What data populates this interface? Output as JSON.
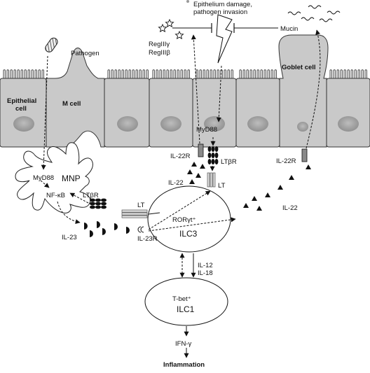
{
  "labels": {
    "pathogen": "Pathogen",
    "epithelium_damage_1": "Epithelium damage,",
    "epithelium_damage_2": "pathogen invasion",
    "mucin": "Mucin",
    "reg3g": "RegIIIγ",
    "reg3b": "RegIIIβ",
    "goblet_cell": "Goblet cell",
    "epithelial_cell_1": "Epithelial",
    "epithelial_cell_2": "cell",
    "m_cell": "M cell",
    "myd88_epi": "MyD88",
    "myd88_mnp": "MyD88",
    "mnp": "MNP",
    "nfkb": "NF-κB",
    "ltbr_mnp": "LTβR",
    "ltbr_epi": "LTβR",
    "il22r_left": "IL-22R",
    "il22r_right": "IL-22R",
    "il22_left": "IL-22",
    "il22_right": "IL-22",
    "lt_top": "LT",
    "lt_left": "LT",
    "il23": "IL-23",
    "il23r": "IL-23R",
    "rorgt": "RORγt⁺",
    "ilc3": "ILC3",
    "il12": "IL-12",
    "il18": "IL-18",
    "tbet": "T-bet⁺",
    "ilc1": "ILC1",
    "ifng": "IFN-γ",
    "inflammation": "Inflammation"
  },
  "colors": {
    "cell_fill": "#c9c9c9",
    "nucleus": "#a4a4a4",
    "stroke": "#222222"
  }
}
